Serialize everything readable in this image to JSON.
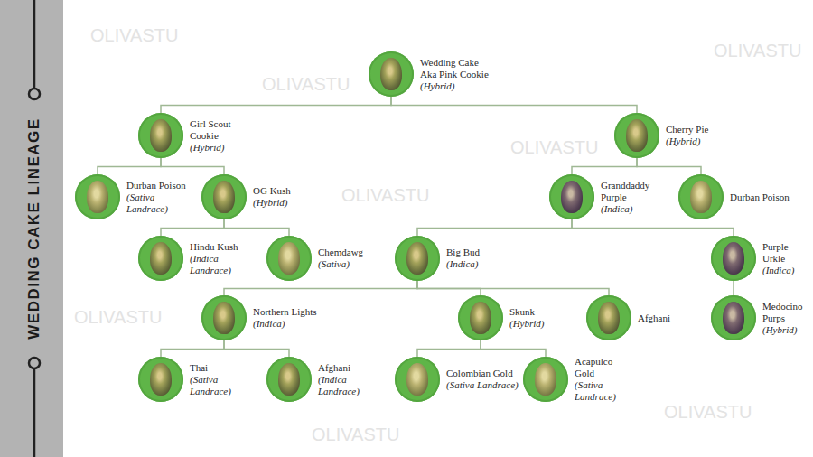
{
  "diagram": {
    "title": "WEDDING CAKE LINEAGE",
    "nodes": [
      {
        "text": [
          "Wedding Cake Aka Pink Cookie",
          "(Hybrid)"
        ]
      },
      {
        "text": [
          "Girl Scout Cookie",
          "(Hybrid)"
        ]
      },
      {
        "text": [
          "Cherry Pie",
          "(Hybrid)"
        ]
      },
      {
        "text": [
          "Durban Poison",
          "(Sativa Landrace)"
        ]
      },
      {
        "text": [
          "OG Kush",
          "(Hybrid)"
        ]
      },
      {
        "text": [
          "Granddaddy Purple",
          "(Indica)"
        ]
      },
      {
        "text": [
          "Durban Poison"
        ]
      },
      {
        "text": [
          "Hindu Kush",
          "(Indica Landrace)"
        ]
      },
      {
        "text": [
          "Chemdawg",
          "(Sativa)"
        ]
      },
      {
        "text": [
          "Big Bud",
          "(Indica)"
        ]
      },
      {
        "text": [
          "Purple Urkle",
          "(Indica)"
        ]
      },
      {
        "text": [
          "Northern Lights",
          "(Indica)"
        ]
      },
      {
        "text": [
          "Skunk",
          "(Hybrid)"
        ]
      },
      {
        "text": [
          "Afghani"
        ]
      },
      {
        "text": [
          "Medocino Purps",
          "(Hybrid)"
        ]
      },
      {
        "text": [
          "Thai",
          "(Sativa Landrace)"
        ]
      },
      {
        "text": [
          "Afghani",
          "(Indica Landrace)"
        ]
      },
      {
        "text": [
          "Colombian Gold",
          "(Sativa Landrace)"
        ]
      },
      {
        "text": [
          "Acapulco Gold",
          "(Sativa Landrace)"
        ]
      }
    ],
    "edges": [
      {
        "from": 0,
        "to": 1,
        "arrow": "none"
      },
      {
        "from": 0,
        "to": 2,
        "arrow": "none"
      },
      {
        "from": 1,
        "to": 3,
        "arrow": "none"
      },
      {
        "from": 1,
        "to": 4,
        "arrow": "none"
      },
      {
        "from": 2,
        "to": 5,
        "arrow": "none"
      },
      {
        "from": 2,
        "to": 6,
        "arrow": "none"
      },
      {
        "from": 4,
        "to": 7,
        "arrow": "none"
      },
      {
        "from": 4,
        "to": 8,
        "arrow": "none"
      },
      {
        "from": 5,
        "to": 9,
        "arrow": "none"
      },
      {
        "from": 5,
        "to": 10,
        "arrow": "none"
      },
      {
        "from": 9,
        "to": 11,
        "arrow": "none"
      },
      {
        "from": 9,
        "to": 12,
        "arrow": "none"
      },
      {
        "from": 9,
        "to": 13,
        "arrow": "none"
      },
      {
        "from": 10,
        "to": 14,
        "arrow": "none"
      },
      {
        "from": 11,
        "to": 15,
        "arrow": "none"
      },
      {
        "from": 11,
        "to": 16,
        "arrow": "none"
      },
      {
        "from": 12,
        "to": 17,
        "arrow": "none"
      },
      {
        "from": 12,
        "to": 18,
        "arrow": "none"
      }
    ],
    "labels": [
      "OLIVASTU",
      "OLIVASTU",
      "OLIVASTU",
      "OLIVASTU",
      "OLIVASTU",
      "OLIVASTU",
      "OLIVASTU",
      "OLIVASTU"
    ]
  }
}
